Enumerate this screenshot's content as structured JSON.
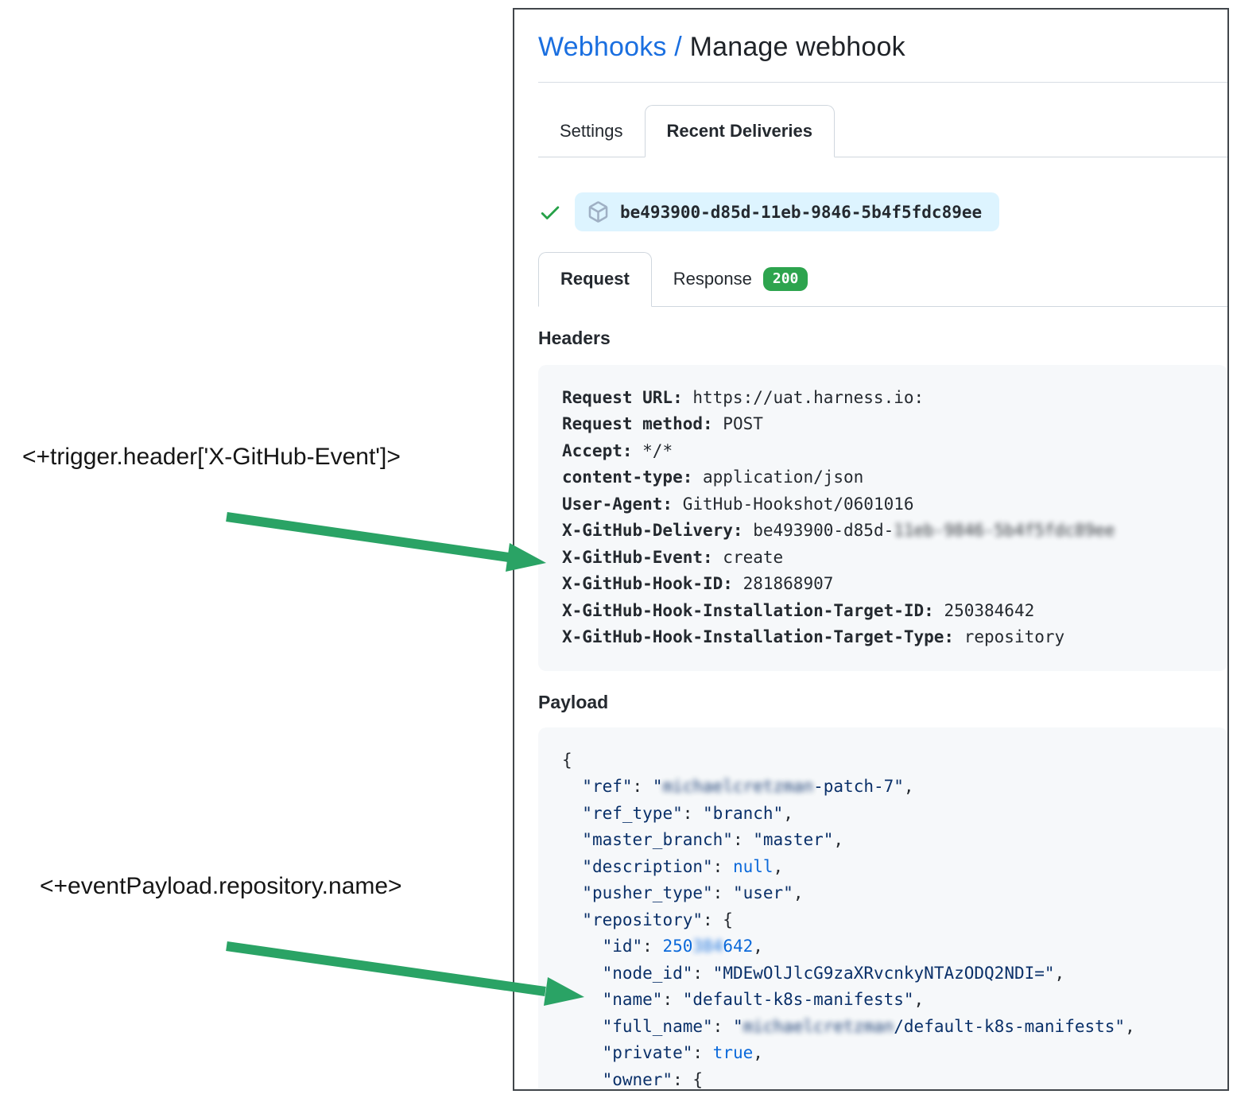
{
  "annotations": [
    {
      "text": "<+trigger.header['X-GitHub-Event']>"
    },
    {
      "text": "<+eventPayload.repository.name>"
    }
  ],
  "arrow_color": "#2aa365",
  "panel": {
    "breadcrumb": {
      "link": "Webhooks",
      "separator": " / ",
      "current": "Manage webhook"
    },
    "main_tabs": [
      {
        "label": "Settings",
        "active": false
      },
      {
        "label": "Recent Deliveries",
        "active": true
      }
    ],
    "delivery": {
      "status_icon": "check-icon",
      "package_icon": "package-icon",
      "id": "be493900-d85d-11eb-9846-5b4f5fdc89ee"
    },
    "sub_tabs": [
      {
        "label": "Request",
        "active": true
      },
      {
        "label": "Response",
        "active": false,
        "badge": "200"
      }
    ],
    "headers_section": {
      "title": "Headers",
      "entries": [
        {
          "key": "Request URL",
          "value": "https://uat.harness.io:"
        },
        {
          "key": "Request method",
          "value": "POST"
        },
        {
          "key": "Accept",
          "value": "*/*"
        },
        {
          "key": "content-type",
          "value": "application/json"
        },
        {
          "key": "User-Agent",
          "value": "GitHub-Hookshot/0601016"
        },
        {
          "key": "X-GitHub-Delivery",
          "value": "be493900-d85d-",
          "redacted": "11eb-9846-5b4f5fdc89ee"
        },
        {
          "key": "X-GitHub-Event",
          "value": "create"
        },
        {
          "key": "X-GitHub-Hook-ID",
          "value": "281868907"
        },
        {
          "key": "X-GitHub-Hook-Installation-Target-ID",
          "value": "250384642"
        },
        {
          "key": "X-GitHub-Hook-Installation-Target-Type",
          "value": "repository"
        }
      ]
    },
    "payload_section": {
      "title": "Payload",
      "lines": [
        [
          {
            "t": "p",
            "v": "{"
          }
        ],
        [
          {
            "t": "p",
            "v": "  "
          },
          {
            "t": "key",
            "v": "\"ref\""
          },
          {
            "t": "p",
            "v": ": "
          },
          {
            "t": "str",
            "v": "\""
          },
          {
            "t": "str-redacted",
            "v": "michaelcretzman"
          },
          {
            "t": "str",
            "v": "-patch-7\""
          },
          {
            "t": "p",
            "v": ","
          }
        ],
        [
          {
            "t": "p",
            "v": "  "
          },
          {
            "t": "key",
            "v": "\"ref_type\""
          },
          {
            "t": "p",
            "v": ": "
          },
          {
            "t": "str",
            "v": "\"branch\""
          },
          {
            "t": "p",
            "v": ","
          }
        ],
        [
          {
            "t": "p",
            "v": "  "
          },
          {
            "t": "key",
            "v": "\"master_branch\""
          },
          {
            "t": "p",
            "v": ": "
          },
          {
            "t": "str",
            "v": "\"master\""
          },
          {
            "t": "p",
            "v": ","
          }
        ],
        [
          {
            "t": "p",
            "v": "  "
          },
          {
            "t": "key",
            "v": "\"description\""
          },
          {
            "t": "p",
            "v": ": "
          },
          {
            "t": "num",
            "v": "null"
          },
          {
            "t": "p",
            "v": ","
          }
        ],
        [
          {
            "t": "p",
            "v": "  "
          },
          {
            "t": "key",
            "v": "\"pusher_type\""
          },
          {
            "t": "p",
            "v": ": "
          },
          {
            "t": "str",
            "v": "\"user\""
          },
          {
            "t": "p",
            "v": ","
          }
        ],
        [
          {
            "t": "p",
            "v": "  "
          },
          {
            "t": "key",
            "v": "\"repository\""
          },
          {
            "t": "p",
            "v": ": {"
          }
        ],
        [
          {
            "t": "p",
            "v": "    "
          },
          {
            "t": "key",
            "v": "\"id\""
          },
          {
            "t": "p",
            "v": ": "
          },
          {
            "t": "num",
            "v": "250"
          },
          {
            "t": "num-redacted",
            "v": "384"
          },
          {
            "t": "num",
            "v": "642"
          },
          {
            "t": "p",
            "v": ","
          }
        ],
        [
          {
            "t": "p",
            "v": "    "
          },
          {
            "t": "key",
            "v": "\"node_id\""
          },
          {
            "t": "p",
            "v": ": "
          },
          {
            "t": "str",
            "v": "\"MDEwOlJlcG9zaXRvcnkyNTAzODQ2NDI=\""
          },
          {
            "t": "p",
            "v": ","
          }
        ],
        [
          {
            "t": "p",
            "v": "    "
          },
          {
            "t": "key",
            "v": "\"name\""
          },
          {
            "t": "p",
            "v": ": "
          },
          {
            "t": "str",
            "v": "\"default-k8s-manifests\""
          },
          {
            "t": "p",
            "v": ","
          }
        ],
        [
          {
            "t": "p",
            "v": "    "
          },
          {
            "t": "key",
            "v": "\"full_name\""
          },
          {
            "t": "p",
            "v": ": "
          },
          {
            "t": "str",
            "v": "\""
          },
          {
            "t": "str-redacted",
            "v": "michaelcretzman"
          },
          {
            "t": "str",
            "v": "/default-k8s-manifests\""
          },
          {
            "t": "p",
            "v": ","
          }
        ],
        [
          {
            "t": "p",
            "v": "    "
          },
          {
            "t": "key",
            "v": "\"private\""
          },
          {
            "t": "p",
            "v": ": "
          },
          {
            "t": "num",
            "v": "true"
          },
          {
            "t": "p",
            "v": ","
          }
        ],
        [
          {
            "t": "p",
            "v": "    "
          },
          {
            "t": "key",
            "v": "\"owner\""
          },
          {
            "t": "p",
            "v": ": {"
          }
        ]
      ]
    }
  }
}
